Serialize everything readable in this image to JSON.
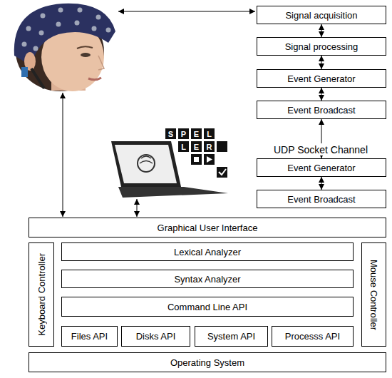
{
  "diagram": {
    "nodes": [
      {
        "text": [
          "Signal acquisition"
        ]
      },
      {
        "text": [
          "Signal processing"
        ]
      },
      {
        "text": [
          "Event Generator"
        ]
      },
      {
        "text": [
          "Event Broadcast"
        ]
      },
      {
        "text": [
          "Event Generator"
        ]
      },
      {
        "text": [
          "Event Broadcast"
        ]
      },
      {
        "text": [
          "Graphical User Interface"
        ]
      },
      {
        "text": [
          "Keyboard Controller"
        ]
      },
      {
        "text": [
          "Lexical Analyzer"
        ]
      },
      {
        "text": [
          "Syntax Analyzer"
        ]
      },
      {
        "text": [
          "Command Line API"
        ]
      },
      {
        "text": [
          "Files API"
        ]
      },
      {
        "text": [
          "Disks API"
        ]
      },
      {
        "text": [
          "System API"
        ]
      },
      {
        "text": [
          "Processs API"
        ]
      },
      {
        "text": [
          "Mouse Controller"
        ]
      },
      {
        "text": [
          "Operating System"
        ]
      }
    ],
    "edges": [
      {
        "from": 0,
        "to": 1,
        "arrow": "both"
      },
      {
        "from": 1,
        "to": 2,
        "arrow": "both"
      },
      {
        "from": 2,
        "to": 3,
        "arrow": "both"
      },
      {
        "from": 3,
        "to": 4,
        "label": "UDP Socket Channel",
        "arrow": "both"
      },
      {
        "from": 4,
        "to": 5,
        "arrow": "both"
      }
    ],
    "labels": [
      "S",
      "P",
      "E",
      "L",
      "L",
      "E",
      "R"
    ]
  }
}
